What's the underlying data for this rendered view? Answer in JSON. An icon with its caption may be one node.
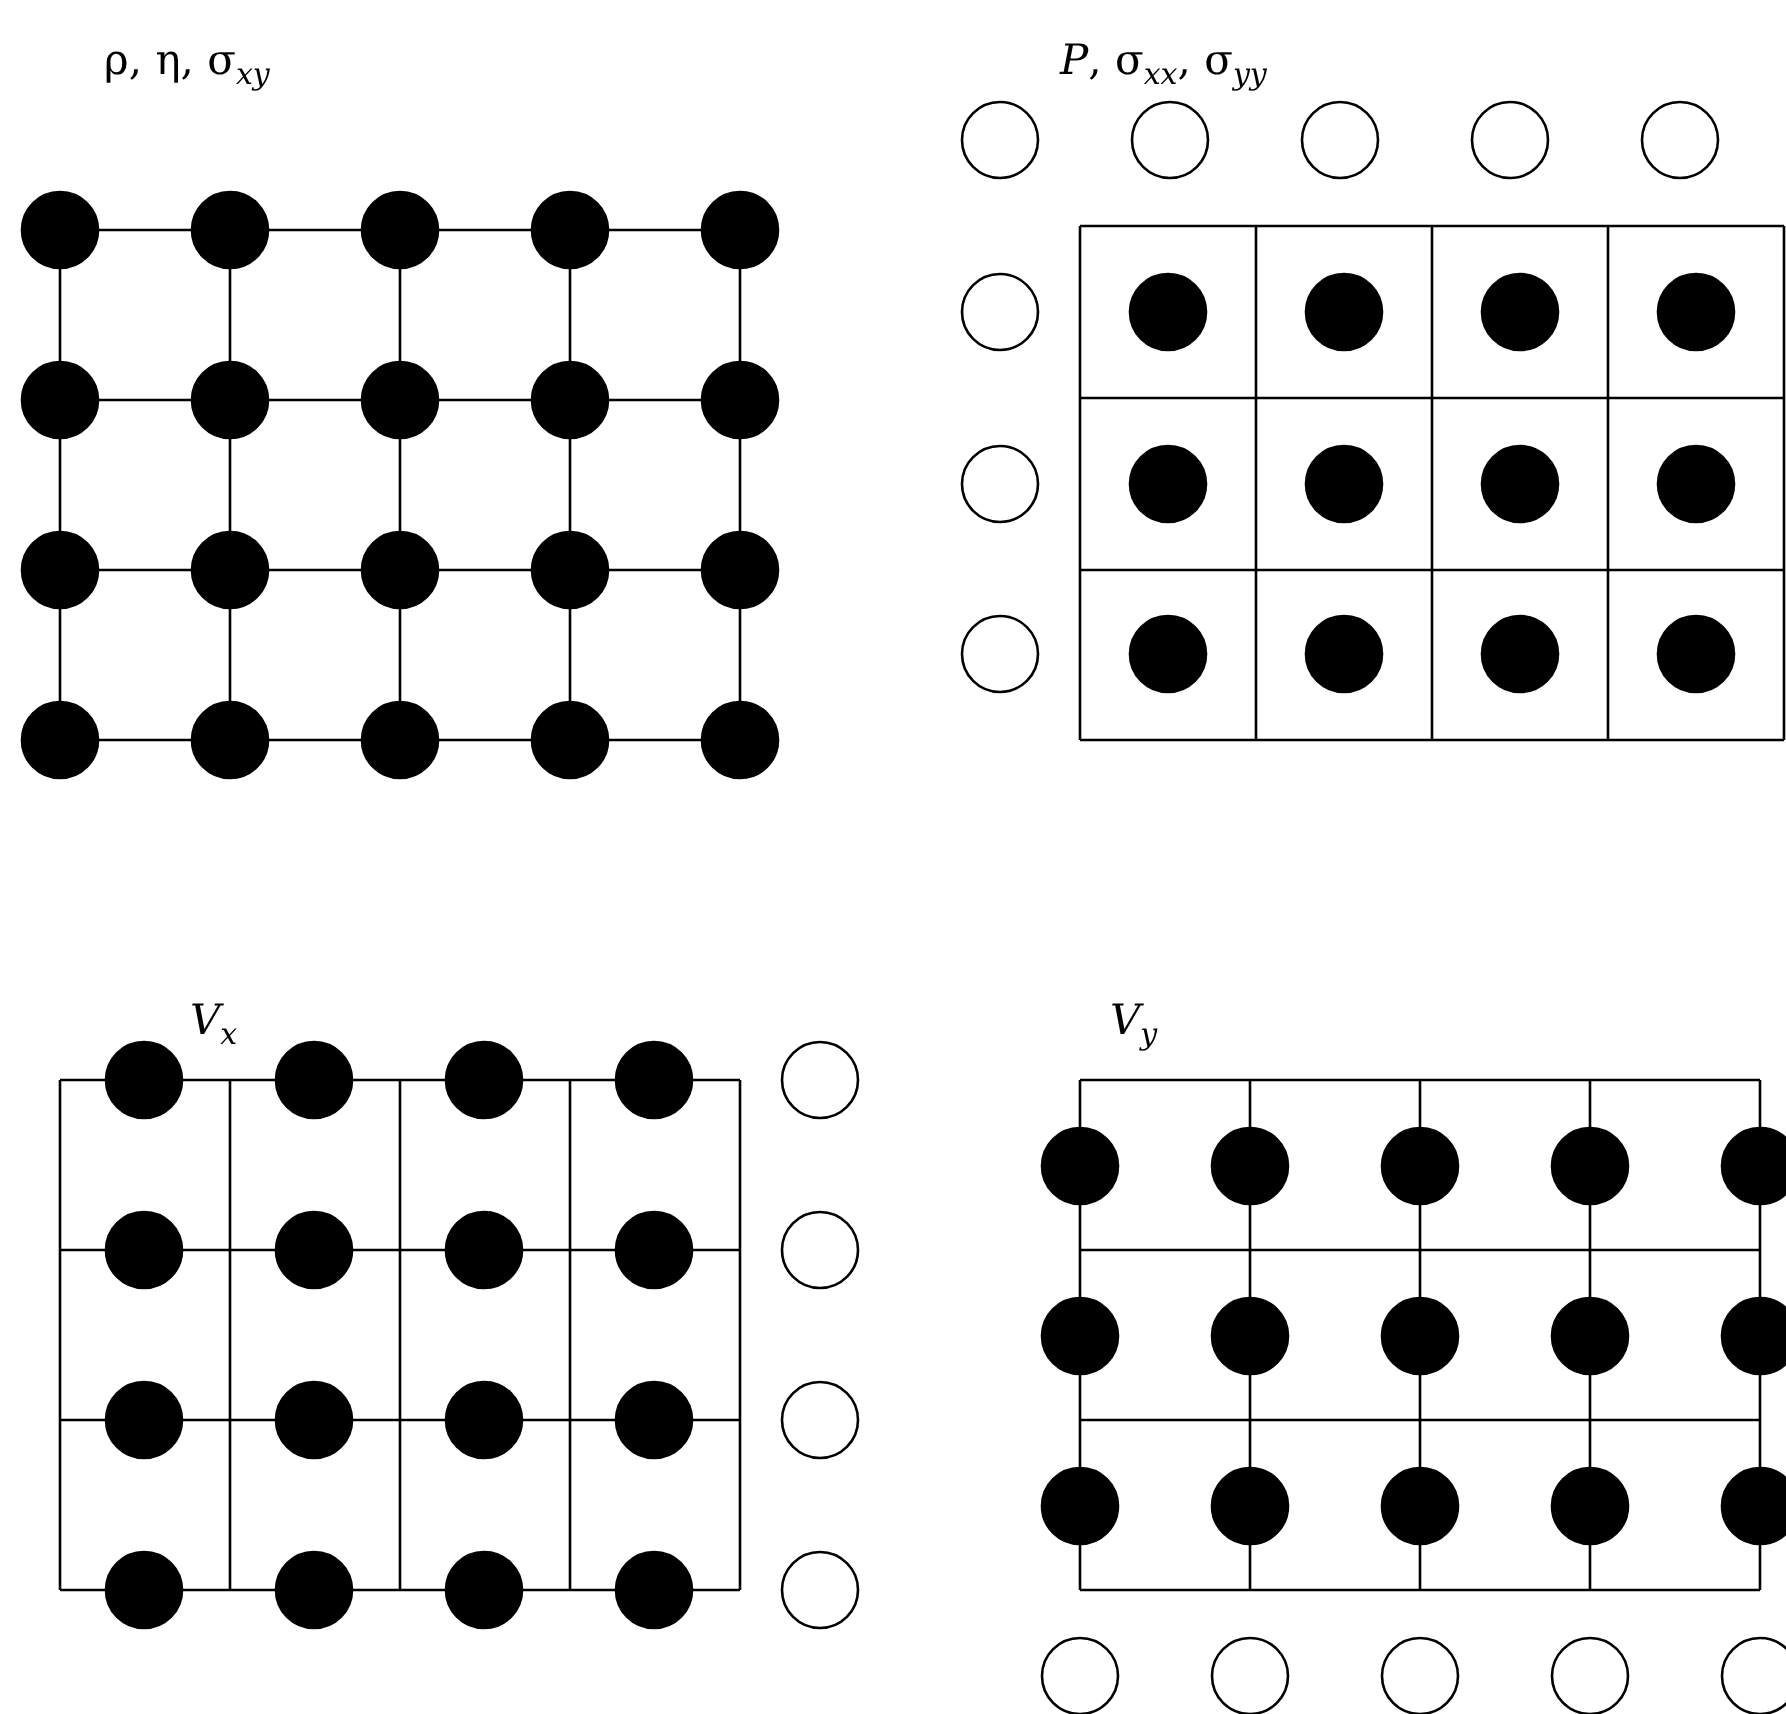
{
  "diagram": {
    "labels": [
      "ρ, η, σ$_{xy}$",
      "*P*, σ$_{xx}$, σ$_{yy}$",
      "*V*$_{x}$",
      "*V*$_{y}$"
    ]
  }
}
